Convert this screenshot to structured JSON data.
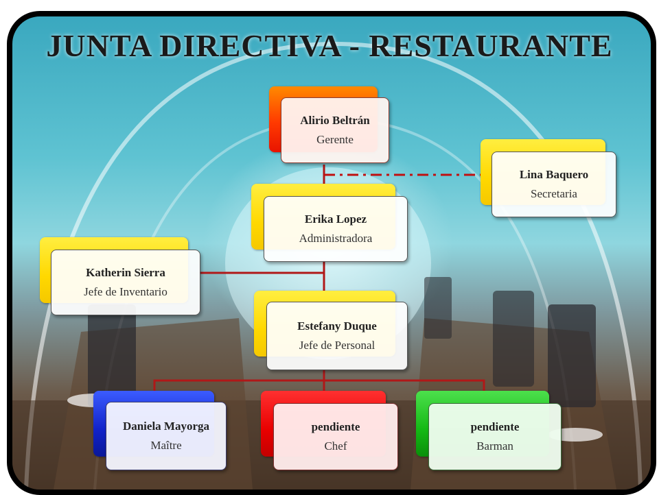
{
  "title": "JUNTA DIRECTIVA - RESTAURANTE",
  "nodes": {
    "gerente": {
      "name": "Alirio Beltrán",
      "role": "Gerente"
    },
    "secretaria": {
      "name": "Lina Baquero",
      "role": "Secretaria"
    },
    "administradora": {
      "name": "Erika Lopez",
      "role": "Administradora"
    },
    "inventario": {
      "name": "Katherin Sierra",
      "role": "Jefe de Inventario"
    },
    "personal": {
      "name": "Estefany Duque",
      "role": "Jefe de Personal"
    },
    "maitre": {
      "name": "Daniela Mayorga",
      "role": "Maître"
    },
    "chef": {
      "name": "pendiente",
      "role": "Chef"
    },
    "barman": {
      "name": "pendiente",
      "role": "Barman"
    }
  },
  "colors": {
    "connector": "#b01818",
    "connector_dashed": "#c01010"
  }
}
